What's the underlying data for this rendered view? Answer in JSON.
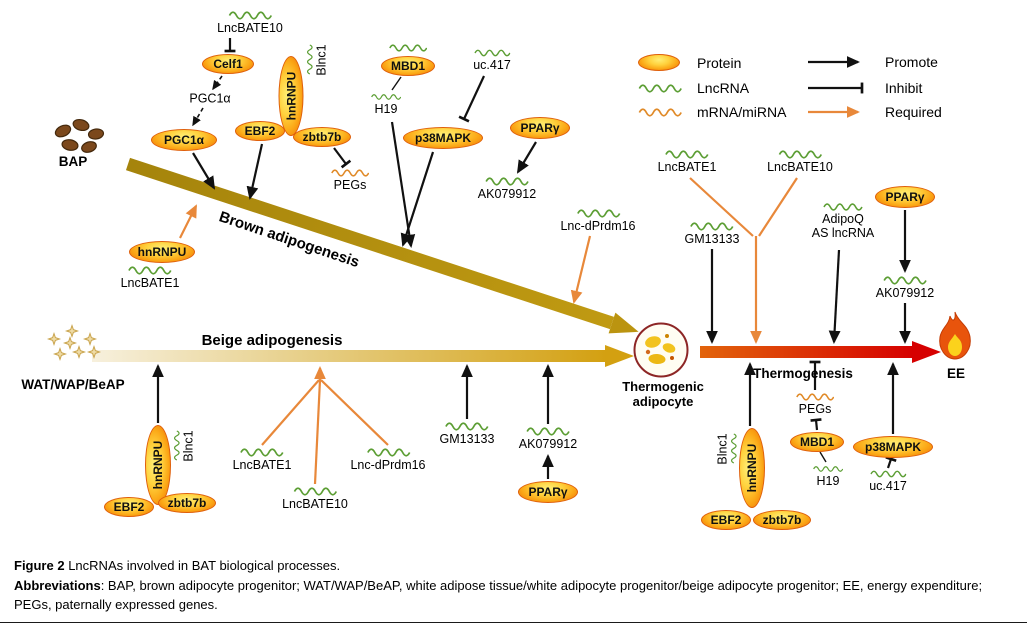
{
  "legend": {
    "protein": "Protein",
    "lncrna": "LncRNA",
    "mrna_mirna": "mRNA/miRNA",
    "promote": "Promote",
    "inhibit": "Inhibit",
    "required": "Required"
  },
  "labels": {
    "lncbate10": "LncBATE10",
    "lncbate1": "LncBATE1",
    "celf1": "Celf1",
    "pgc1a": "PGC1α",
    "hnrnpu": "hnRNPU",
    "blnc1": "Blnc1",
    "ebf2": "EBF2",
    "zbtb7b": "zbtb7b",
    "pegs": "PEGs",
    "mbd1": "MBD1",
    "h19": "H19",
    "uc417": "uc.417",
    "p38mapk": "p38MAPK",
    "pparg": "PPARγ",
    "ak079912": "AK079912",
    "lnc_dprdm16": "Lnc-dPrdm16",
    "gm13133": "GM13133",
    "adipoq_as_lncrna": "AdipoQ\nAS lncRNA"
  },
  "pathways": {
    "brown": "Brown adipogenesis",
    "beige": "Beige adipogenesis",
    "thermogenesis": "Thermogenesis"
  },
  "anchors": {
    "bap": "BAP",
    "wat": "WAT/WAP/BeAP",
    "thermogenic_adipocyte": "Thermogenic\nadipocyte",
    "ee": "EE"
  },
  "caption": {
    "figure_label": "Figure 2",
    "figure_text": "LncRNAs involved in BAT biological processes.",
    "abbr_label": "Abbreviations",
    "abbr_text": ": BAP, brown adipocyte progenitor; WAT/WAP/BeAP, white adipose tissue/white adipocyte progenitor/beige adipocyte progenitor; EE, energy expenditure; PEGs, paternally expressed genes."
  },
  "colors": {
    "lncrna_green": "#5c9e34",
    "mrna_orange": "#e08a28",
    "required_orange": "#e8883a",
    "promote_black": "#111111",
    "protein_light": "#ffd23e",
    "protein_dark": "#f07c0c",
    "brown_arrow": "#a8860d",
    "beige_arrow": "#d3a011",
    "thermo_red": "#d60000"
  }
}
